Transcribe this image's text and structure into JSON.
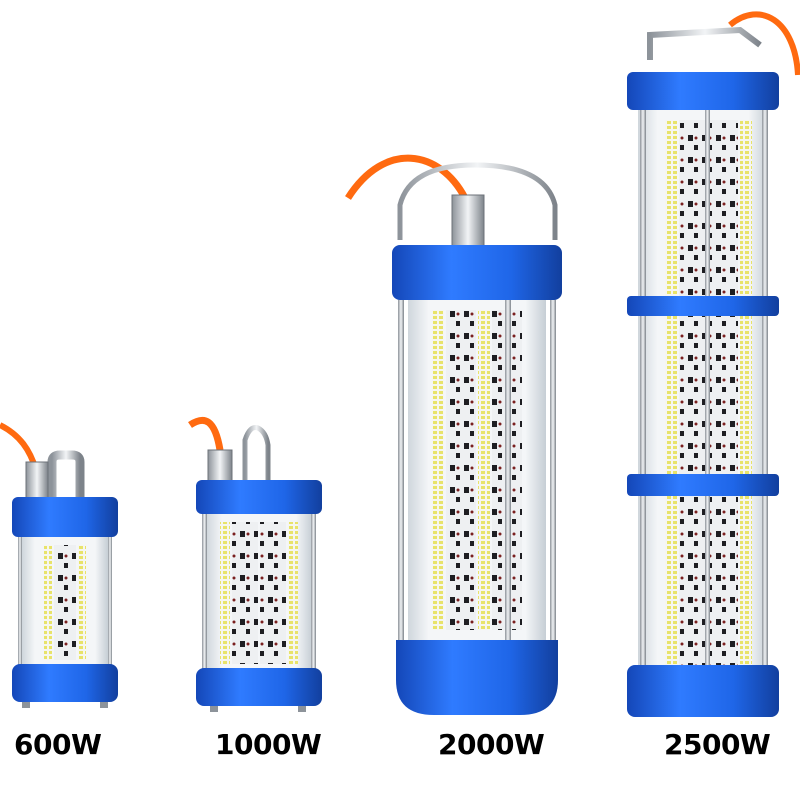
{
  "products": [
    {
      "label": "600W"
    },
    {
      "label": "1000W"
    },
    {
      "label": "2000W"
    },
    {
      "label": "2500W"
    }
  ],
  "colors": {
    "housing_blue": "#1f66e8",
    "housing_blue_dark": "#1447b8",
    "cable_orange": "#ff6a10",
    "steel": "#bfc4ca",
    "pcb_white": "#eef0f2",
    "led_yellow": "#e8e36a",
    "chip_dark": "#1e1e22"
  },
  "icons": [
    "led-lamp-image"
  ]
}
